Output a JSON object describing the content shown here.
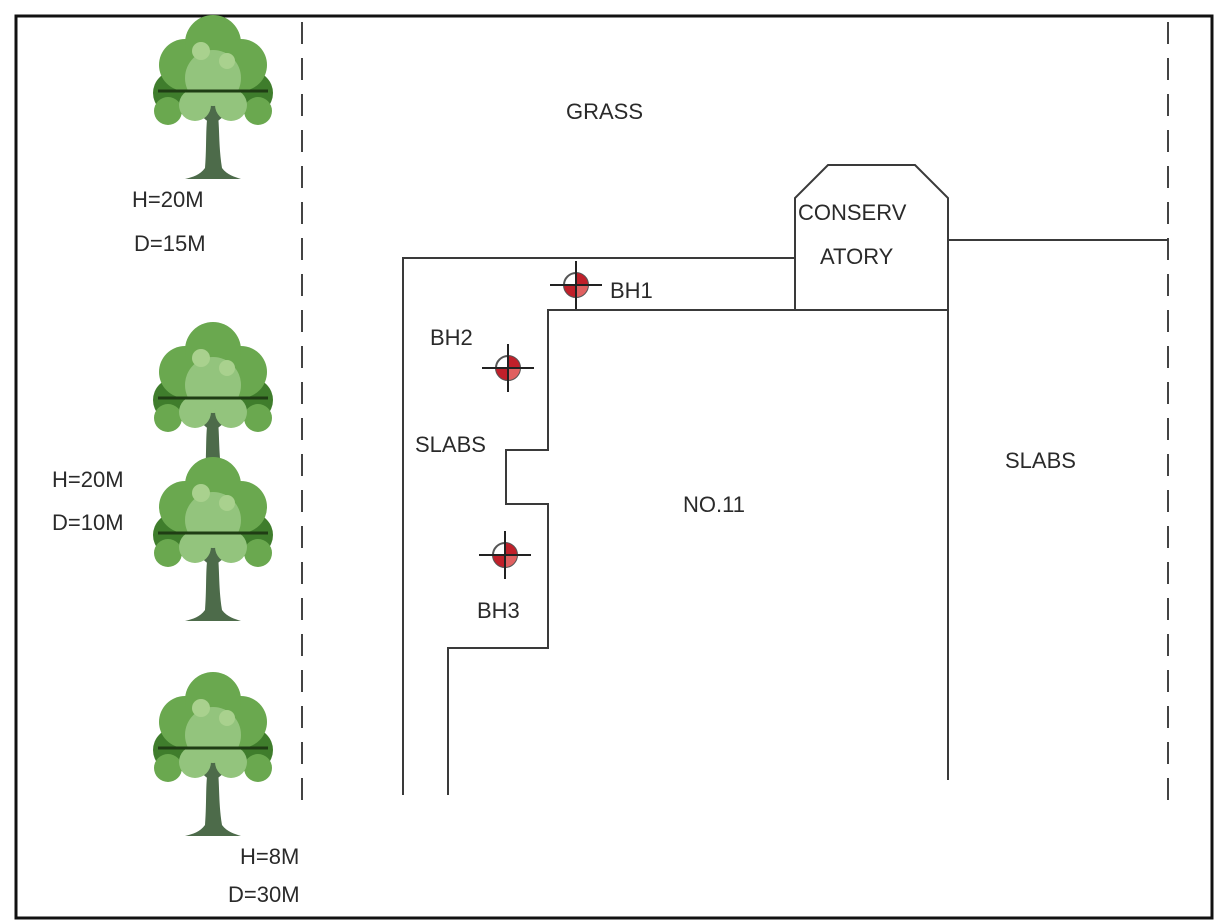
{
  "areas": {
    "grass": "GRASS",
    "slabs_left": "SLABS",
    "slabs_right": "SLABS",
    "building": "NO.11",
    "conservatory_line1": "CONSERV",
    "conservatory_line2": "ATORY"
  },
  "boreholes": [
    {
      "id": "bh1",
      "label": "BH1"
    },
    {
      "id": "bh2",
      "label": "BH2"
    },
    {
      "id": "bh3",
      "label": "BH3"
    }
  ],
  "trees": [
    {
      "id": "tree-1",
      "height": "H=20M",
      "distance": "D=15M"
    },
    {
      "id": "tree-2",
      "height": "H=20M",
      "distance": "D=10M"
    },
    {
      "id": "tree-3",
      "height": "H=8M",
      "distance": "D=30M"
    }
  ],
  "colors": {
    "foliage_dark": "#3f7d2c",
    "foliage_mid": "#6aa84f",
    "foliage_light": "#93c47d",
    "trunk": "#4d6b4a",
    "borehole_red": "#c0202a"
  }
}
